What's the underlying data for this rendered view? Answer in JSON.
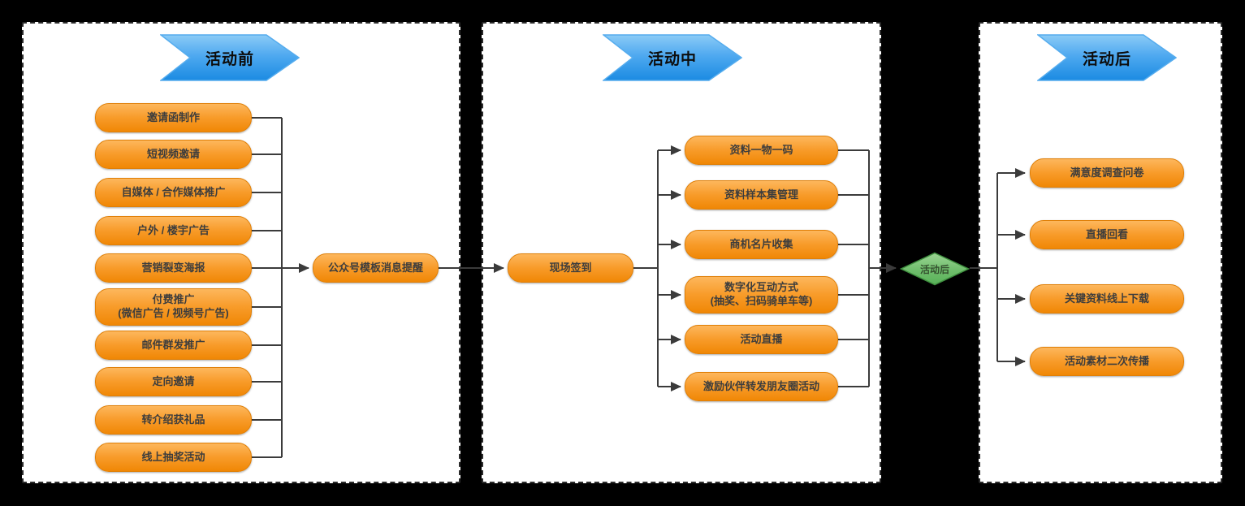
{
  "diagram": {
    "stages": [
      {
        "banner": "活动前",
        "nodes": [
          {
            "label": "邀请函制作"
          },
          {
            "label": "短视频邀请"
          },
          {
            "label": "自媒体 / 合作媒体推广"
          },
          {
            "label": "户外 / 楼宇广告"
          },
          {
            "label": "营销裂变海报"
          },
          {
            "label": "付费推广\n(微信广告 / 视频号广告)"
          },
          {
            "label": "邮件群发推广"
          },
          {
            "label": "定向邀请"
          },
          {
            "label": "转介绍获礼品"
          },
          {
            "label": "线上抽奖活动"
          }
        ],
        "hub": {
          "label": "公众号模板消息提醒"
        }
      },
      {
        "banner": "活动中",
        "entry": {
          "label": "现场签到"
        },
        "nodes": [
          {
            "label": "资料一物一码"
          },
          {
            "label": "资料样本集管理"
          },
          {
            "label": "商机名片收集"
          },
          {
            "label": "数字化互动方式\n(抽奖、扫码骑单车等)"
          },
          {
            "label": "活动直播"
          },
          {
            "label": "激励伙伴转发朋友圈活动"
          }
        ]
      },
      {
        "banner": "活动后",
        "nodes": [
          {
            "label": "满意度调查问卷"
          },
          {
            "label": "直播回看"
          },
          {
            "label": "关键资料线上下载"
          },
          {
            "label": "活动素材二次传播"
          }
        ]
      }
    ],
    "gateway": {
      "label": "活动后"
    }
  },
  "colors": {
    "background": "#000000",
    "panel_bg": "#FFFFFF",
    "panel_border": "#2B2B2B",
    "node_fill_top": "#FDB75C",
    "node_fill_bottom": "#F08705",
    "node_border": "#E07F06",
    "node_text": "#3D3D3D",
    "banner_fill_top": "#8BCBF6",
    "banner_fill_bottom": "#1B8BE2",
    "banner_border": "#55ACEE",
    "gateway_fill_top": "#9CD494",
    "gateway_fill_bottom": "#58B158",
    "gateway_border": "#3F8F3F",
    "wire": "#3B3B3B"
  }
}
